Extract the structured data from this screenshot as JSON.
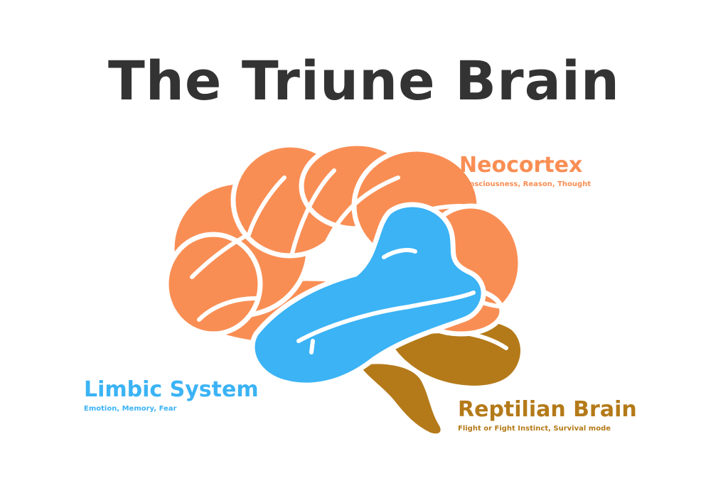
{
  "title": "The Triune Brain",
  "colors": {
    "title": "#333333",
    "neocortex": "#F98E54",
    "limbic": "#3BB3F5",
    "reptilian": "#B47A19",
    "background": "#FFFFFF"
  },
  "regions": {
    "neocortex": {
      "name": "Neocortex",
      "description": "Consciousness, Reason, Thought"
    },
    "limbic": {
      "name": "Limbic System",
      "description": "Emotion, Memory, Fear"
    },
    "reptilian": {
      "name": "Reptilian Brain",
      "description": "Flight or Fight Instinct, Survival mode"
    }
  }
}
